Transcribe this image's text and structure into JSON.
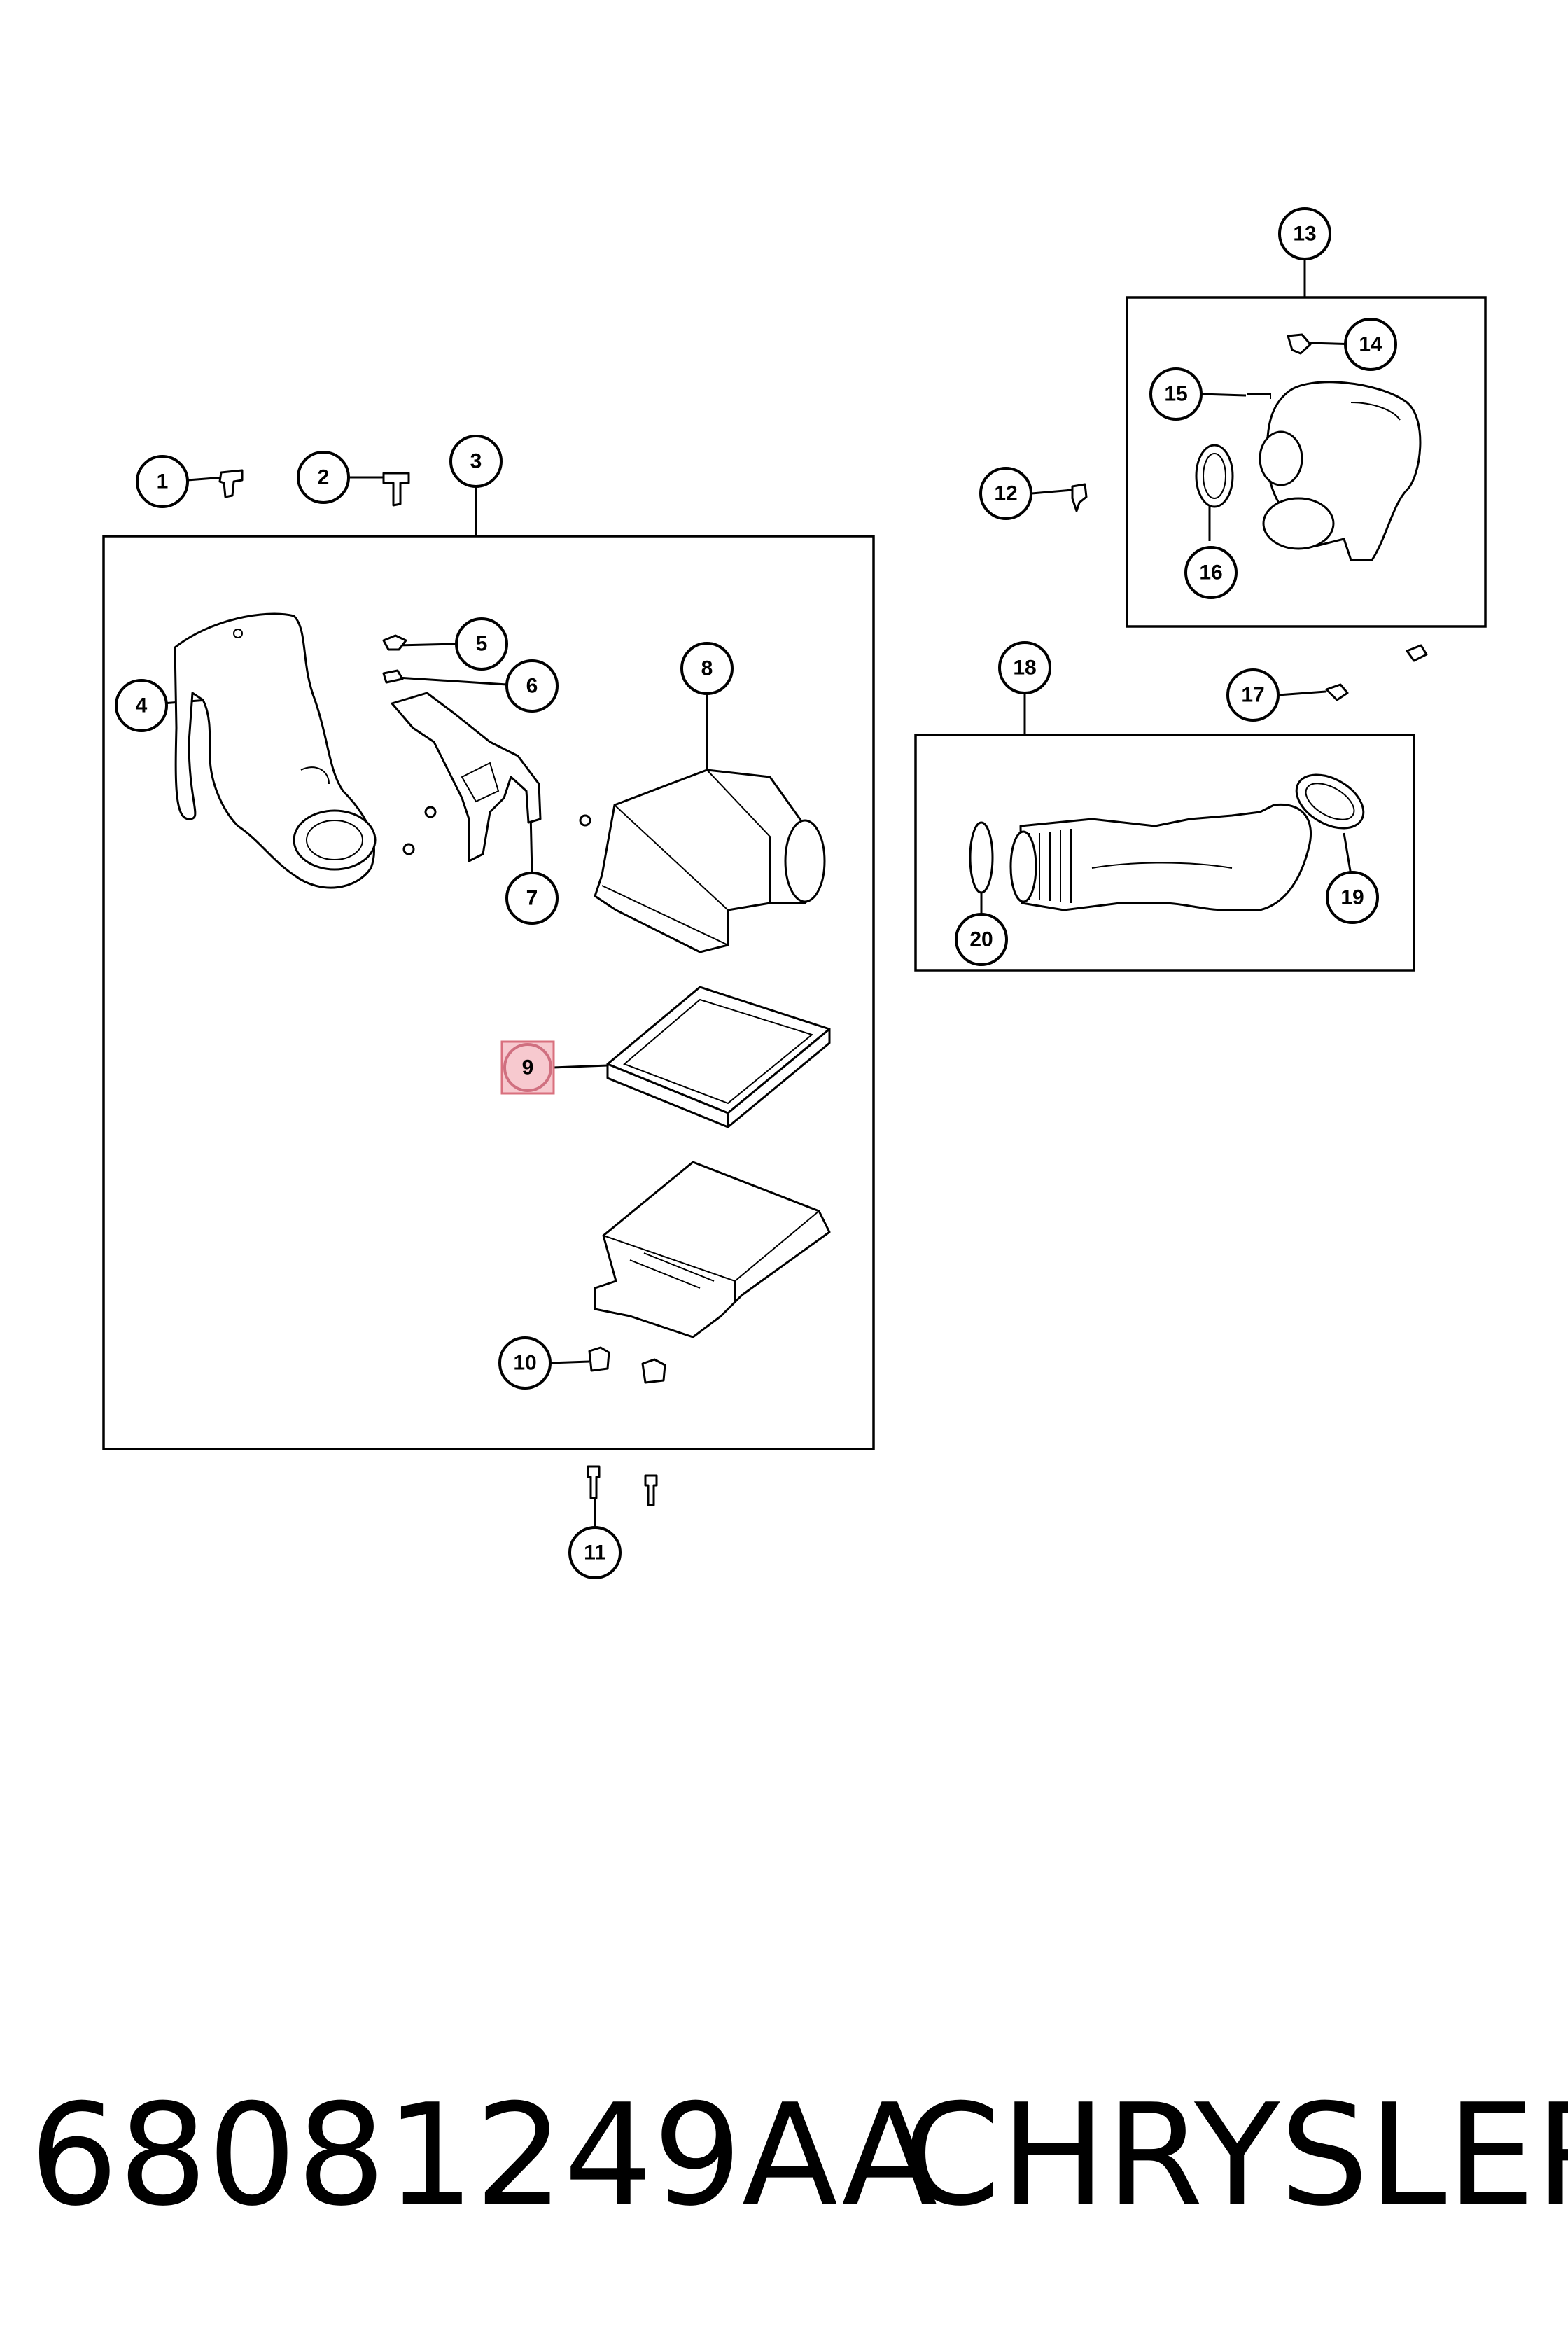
{
  "diagram": {
    "callouts": [
      {
        "id": "1",
        "label": "1"
      },
      {
        "id": "2",
        "label": "2"
      },
      {
        "id": "3",
        "label": "3"
      },
      {
        "id": "4",
        "label": "4"
      },
      {
        "id": "5",
        "label": "5"
      },
      {
        "id": "6",
        "label": "6"
      },
      {
        "id": "7",
        "label": "7"
      },
      {
        "id": "8",
        "label": "8"
      },
      {
        "id": "9",
        "label": "9",
        "highlighted": true,
        "highlight_color": "#f7c9cf"
      },
      {
        "id": "10",
        "label": "10"
      },
      {
        "id": "11",
        "label": "11"
      },
      {
        "id": "12",
        "label": "12"
      },
      {
        "id": "13",
        "label": "13"
      },
      {
        "id": "14",
        "label": "14"
      },
      {
        "id": "15",
        "label": "15"
      },
      {
        "id": "16",
        "label": "16"
      },
      {
        "id": "17",
        "label": "17"
      },
      {
        "id": "18",
        "label": "18"
      },
      {
        "id": "19",
        "label": "19"
      },
      {
        "id": "20",
        "label": "20"
      }
    ]
  },
  "footer": {
    "part_number": "68081249AA",
    "brand": "CHRYSLER"
  },
  "colors": {
    "line": "#000000",
    "background": "#ffffff",
    "highlight": "#f7c9cf"
  }
}
